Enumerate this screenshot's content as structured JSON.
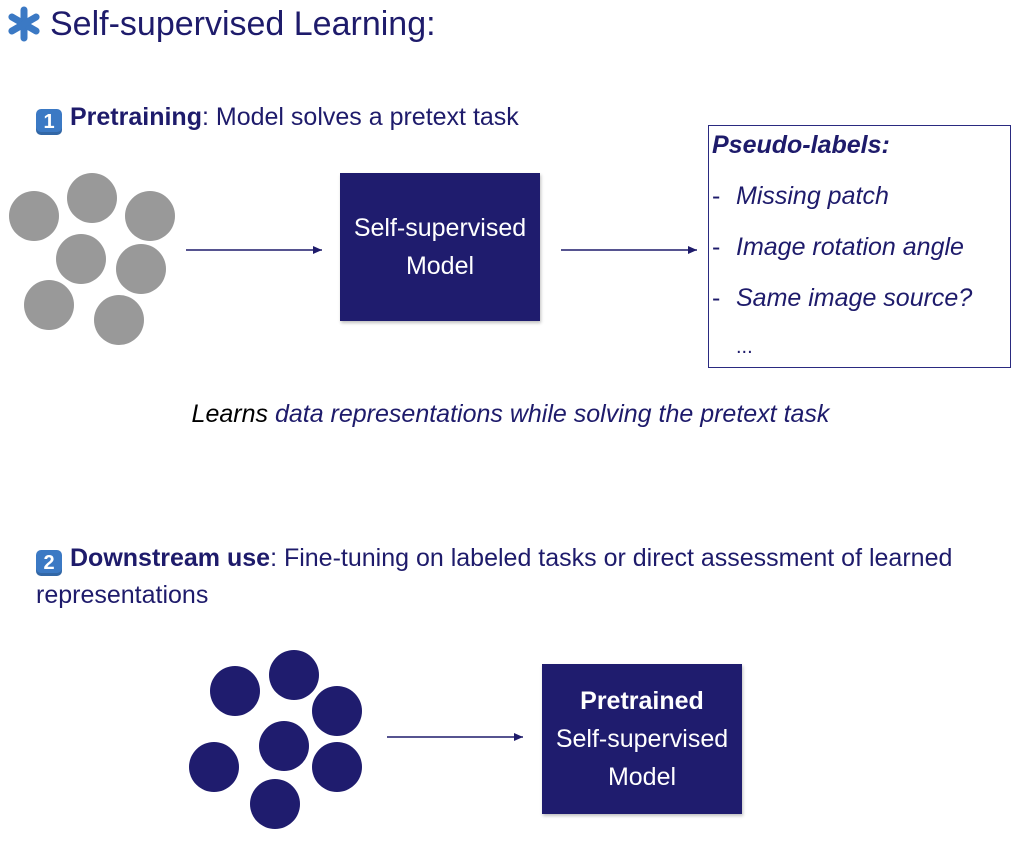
{
  "title": {
    "text": "Self-supervised Learning:",
    "icon": "asterisk-icon",
    "icon_color": "#3b79c4"
  },
  "step1": {
    "number": "1",
    "bold": "Pretraining",
    "rest": ": Model solves a pretext task"
  },
  "model1": {
    "line1": "Self-supervised",
    "line2": "Model"
  },
  "pseudo_labels": {
    "header": "Pseudo-labels:",
    "items": [
      "Missing patch",
      "Image rotation angle",
      "Same image source?"
    ],
    "dash": "-",
    "more": "..."
  },
  "learns": {
    "keyword": "Learns",
    "rest": " data representations while solving the pretext task"
  },
  "step2": {
    "number": "2",
    "bold": "Downstream use",
    "rest": ": Fine-tuning on labeled tasks or direct assessment of learned representations"
  },
  "model2": {
    "line1": "Pretrained",
    "line2": "Self-supervised",
    "line3": "Model"
  },
  "colors": {
    "text": "#1e1b6b",
    "model_fill": "#1f1c6e",
    "unlabeled_dots": "#999999",
    "labeled_dots": "#1f1c6e",
    "badge": "#3b79c4"
  }
}
